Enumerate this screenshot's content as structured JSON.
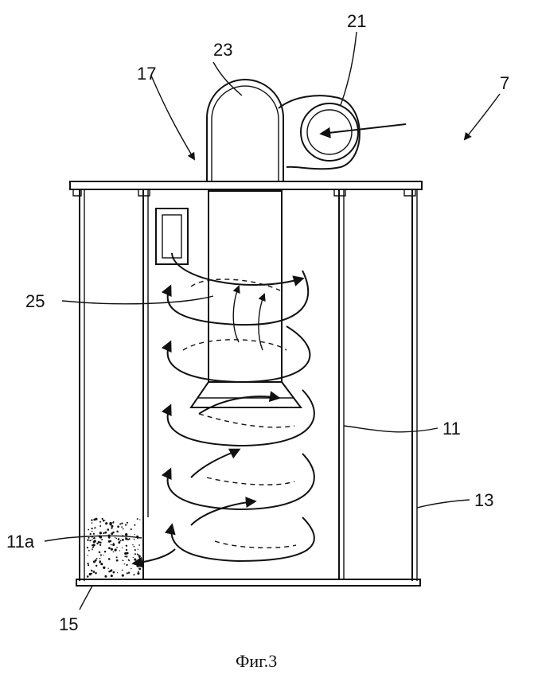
{
  "figure": {
    "caption": "Фиг.3",
    "labels": {
      "l7": "7",
      "l11": "11",
      "l11a": "11a",
      "l13": "13",
      "l15": "15",
      "l17": "17",
      "l21": "21",
      "l23": "23",
      "l25": "25"
    }
  }
}
